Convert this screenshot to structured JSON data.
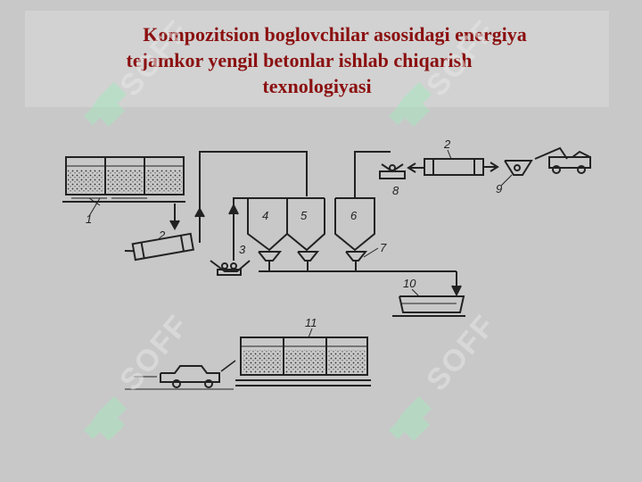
{
  "slide": {
    "title_lines": [
      "Kompozitsion boglovchilar asosidagi energiya",
      "tejamkor yengil betonlar ishlab chiqarish",
      "texnologiyasi"
    ]
  },
  "watermark": {
    "text": "SOFF"
  },
  "diagram": {
    "labels": {
      "bins": "1",
      "dryer_left": "2",
      "crusher": "3",
      "silo_a": "4",
      "silo_b": "5",
      "silo_c": "6",
      "feeder": "7",
      "crusher_top": "8",
      "dryer_top": "2",
      "hopper": "9",
      "mixer": "10",
      "curing": "11"
    }
  },
  "colors": {
    "title": "#8b1010",
    "background": "#c8c8c8",
    "line": "#222222",
    "watermark": "#a8e6c0"
  }
}
